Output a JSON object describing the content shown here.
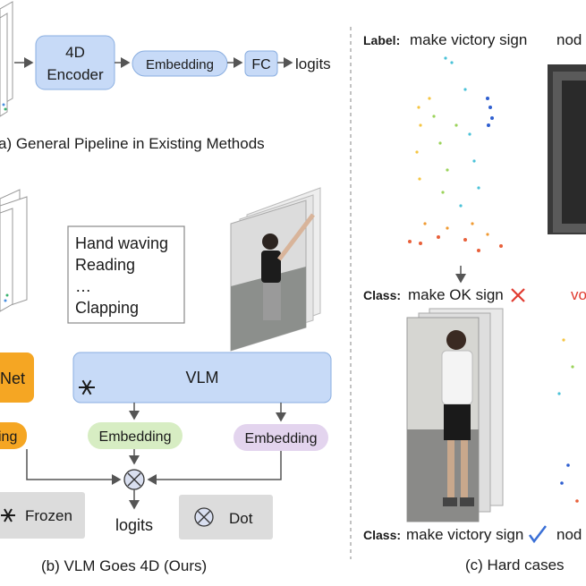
{
  "panel_a": {
    "encoder_label": "4D",
    "encoder_label2": "Encoder",
    "embedding": "Embedding",
    "fc": "FC",
    "logits": "logits",
    "caption": "a) General Pipeline in Existing Methods"
  },
  "panel_b": {
    "actions": [
      "Hand waving",
      "Reading",
      "…",
      "Clapping"
    ],
    "net_label": "Net",
    "ing_label": "ing",
    "vlm_label": "VLM",
    "embedding_left": "Embedding",
    "embedding_right": "Embedding",
    "logits": "logits",
    "legend_frozen": "Frozen",
    "legend_dot": "Dot",
    "caption": "(b) VLM Goes 4D (Ours)"
  },
  "panel_c": {
    "label_prefix": "Label:",
    "label_text": "make victory sign",
    "label_text_2": "nod",
    "class_prefix": "Class:",
    "wrong_class": "make OK sign",
    "wrong_class_2": "vo",
    "right_class": "make victory sign",
    "right_class_2": "nod",
    "caption": "(c) Hard cases"
  },
  "colors": {
    "blue_box": "#c7daf7",
    "blue_stroke": "#8aaee0",
    "orange": "#f5a623",
    "green_pill": "#d7edc3",
    "purple_pill": "#e3d4ee",
    "wrong_red": "#e03a2f",
    "check_blue": "#3a6fd6",
    "legend_gray": "#dcdcdc"
  },
  "icons": [
    "snowflake-icon",
    "dot-product-icon",
    "cross-mark-icon",
    "check-mark-icon"
  ]
}
